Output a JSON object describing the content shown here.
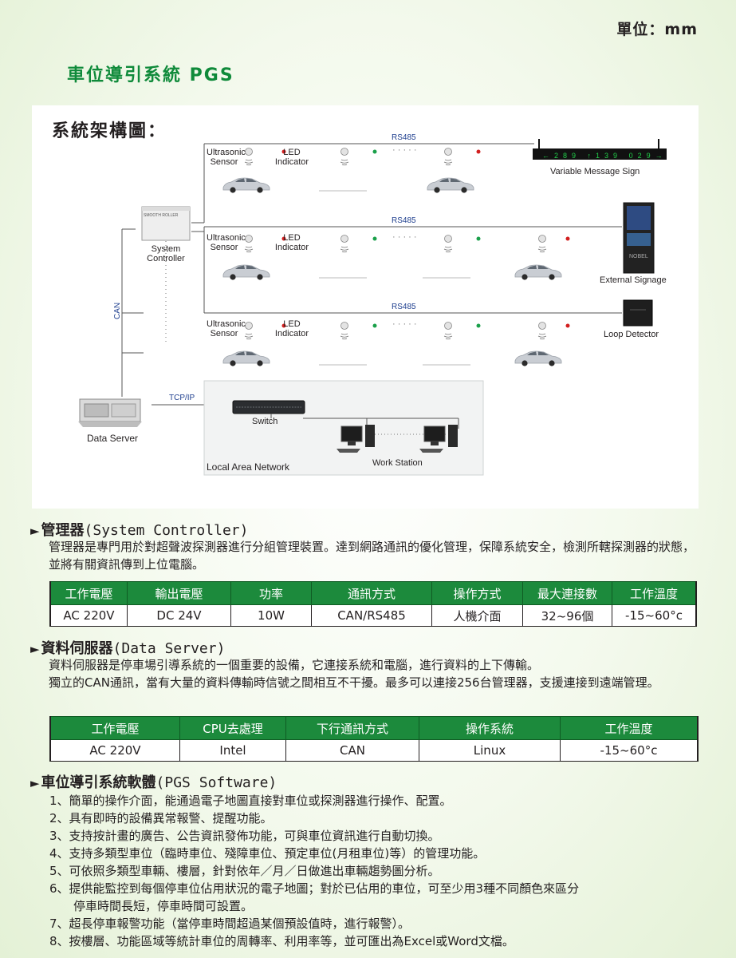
{
  "unit_label": "單位：mm",
  "page_title": "車位導引系統 PGS",
  "diagram": {
    "heading": "系統架構圖：",
    "rs485": [
      "RS485",
      "RS485",
      "RS485"
    ],
    "ultrasonic": "Ultrasonic\nSensor",
    "led": "LED\nIndicator",
    "dots": "· · · · ·",
    "system_controller": "System\nController",
    "device_text": "SMOOTH ROLLER",
    "can": "CAN",
    "tcpip": "TCP/IP",
    "switch": "Switch",
    "lan": "Local Area Network",
    "workstation": "Work Station",
    "data_server": "Data Server",
    "vms": "Variable Message Sign",
    "vms_numbers": [
      "289",
      "139",
      "029"
    ],
    "external_signage": "External Signage",
    "signage_brand": "NOBEL",
    "loop_detector": "Loop Detector"
  },
  "section1": {
    "title_zh": "管理器",
    "title_en": "(System Controller)",
    "desc": "管理器是專門用於對超聲波探測器進行分組管理裝置。達到網路通訊的優化管理，保障系統安全，檢測所轄探測器的狀態，並將有關資訊傳到上位電腦。",
    "headers": [
      "工作電壓",
      "輸出電壓",
      "功率",
      "通訊方式",
      "操作方式",
      "最大連接數",
      "工作溫度"
    ],
    "values": [
      "AC 220V",
      "DC 24V",
      "10W",
      "CAN/RS485",
      "人機介面",
      "32~96個",
      "-15~60°c"
    ]
  },
  "section2": {
    "title_zh": "資料伺服器",
    "title_en": "(Data Server)",
    "desc1": "資料伺服器是停車場引導系統的一個重要的設備，它連接系統和電腦，進行資料的上下傳輸。",
    "desc2": "獨立的CAN通訊，當有大量的資料傳輸時信號之間相互不干擾。最多可以連接256台管理器，支援連接到遠端管理。",
    "headers": [
      "工作電壓",
      "CPU去處理",
      "下行通訊方式",
      "操作系統",
      "工作溫度"
    ],
    "values": [
      "AC 220V",
      "Intel",
      "CAN",
      "Linux",
      "-15~60°c"
    ]
  },
  "section3": {
    "title_zh": "車位導引系統軟體",
    "title_en": "(PGS Software)",
    "items": [
      "1、簡單的操作介面，能通過電子地圖直接對車位或探測器進行操作、配置。",
      "2、具有即時的設備異常報警、提醒功能。",
      "3、支持按計畫的廣告、公告資訊發佈功能，可與車位資訊進行自動切換。",
      "4、支持多類型車位（臨時車位、殘障車位、預定車位(月租車位)等）的管理功能。",
      "5、可依照多類型車輛、樓層，針對依年／月／日做進出車輛趨勢圖分析。",
      "6、提供能監控到每個停車位佔用狀況的電子地圖；對於已佔用的車位，可至少用3種不同顏色來區分",
      "　　停車時間長短，停車時間可設置。",
      "7、超長停車報警功能（當停車時間超過某個預設值時，進行報警）。",
      "8、按樓層、功能區域等統計車位的周轉率、利用率等，並可匯出為Excel或Word文檔。"
    ]
  }
}
